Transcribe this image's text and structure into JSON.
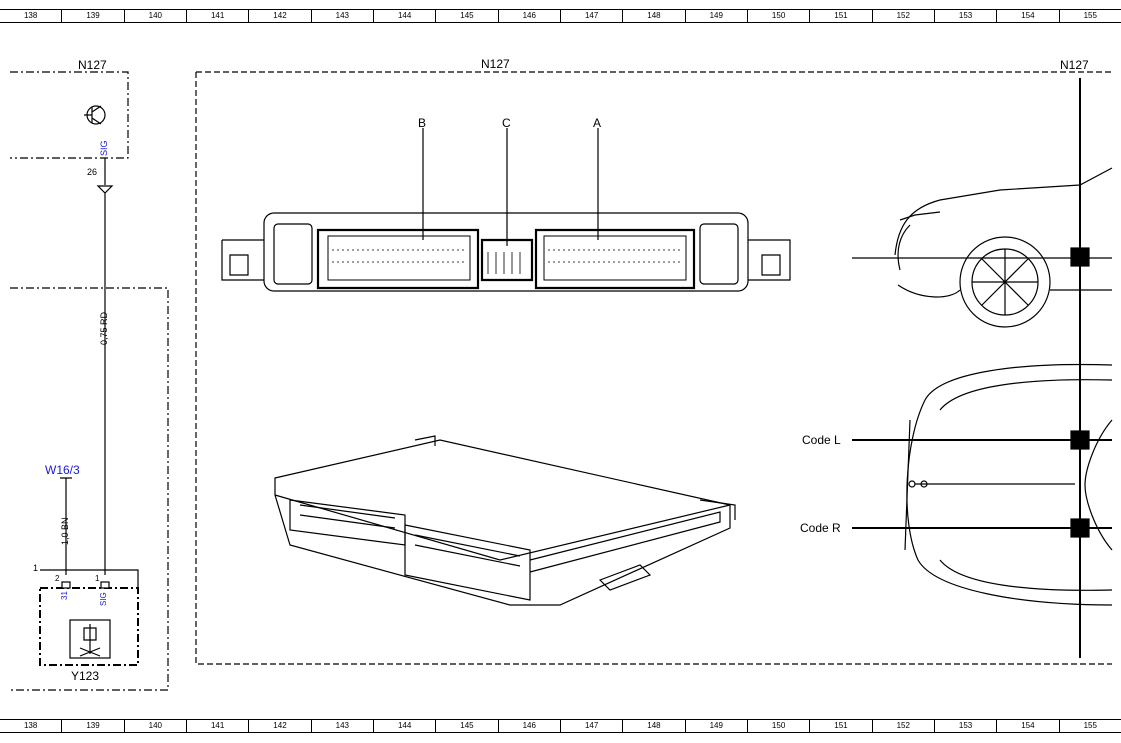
{
  "ruler": [
    "138",
    "139",
    "140",
    "141",
    "142",
    "143",
    "144",
    "145",
    "146",
    "147",
    "148",
    "149",
    "150",
    "151",
    "152",
    "153",
    "154",
    "155"
  ],
  "components": {
    "n127_left": "N127",
    "n127_center": "N127",
    "n127_right": "N127",
    "y123": "Y123",
    "w16_3": "W16/3"
  },
  "connectors": {
    "b": "B",
    "c": "C",
    "a": "A"
  },
  "pins": {
    "pin26": "26",
    "pin2": "2",
    "pin1": "1",
    "plug1": "1"
  },
  "signals": {
    "sig_top": "SIG",
    "sig_bottom": "SIG",
    "ground": "31"
  },
  "wires": {
    "main": "0,75 RD",
    "ground": "1,0 BN"
  },
  "codes": {
    "left": "Code L",
    "right": "Code R"
  }
}
